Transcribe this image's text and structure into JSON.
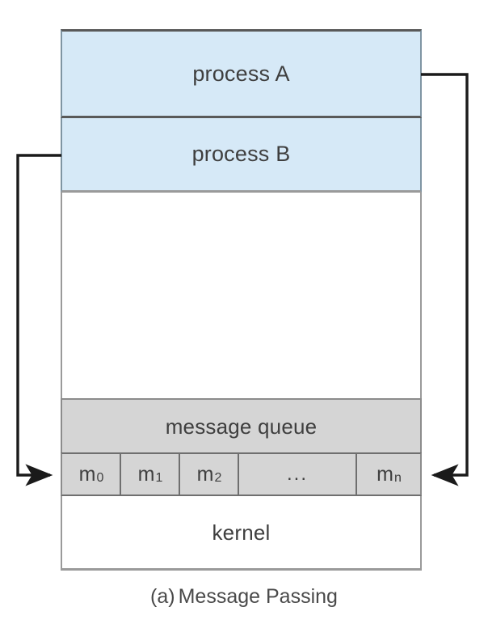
{
  "figure": {
    "caption_tag": "(a)",
    "caption_text": "Message Passing",
    "colors": {
      "process_fill": "#d6e9f7",
      "queue_fill": "#d5d5d5",
      "kernel_fill": "#ffffff",
      "border": "#9a9a9a",
      "arrow": "#1a1a1a",
      "text": "#3f3f3f"
    }
  },
  "diagram": {
    "bands": [
      {
        "id": "process-a",
        "label": "process A",
        "fill": "#d6e9f7"
      },
      {
        "id": "process-b",
        "label": "process B",
        "fill": "#d6e9f7"
      },
      {
        "id": "empty-space",
        "label": "",
        "fill": "#ffffff"
      },
      {
        "id": "message-queue",
        "label": "message queue",
        "fill": "#d5d5d5"
      },
      {
        "id": "kernel",
        "label": "kernel",
        "fill": "#ffffff"
      }
    ],
    "message_cells": [
      {
        "id": "m0",
        "base": "m",
        "sub": "0",
        "width": "narrow"
      },
      {
        "id": "m1",
        "base": "m",
        "sub": "1",
        "width": "narrow"
      },
      {
        "id": "m2",
        "base": "m",
        "sub": "2",
        "width": "narrow"
      },
      {
        "id": "ellipsis",
        "base": "...",
        "sub": "",
        "width": "wide"
      },
      {
        "id": "mn",
        "base": "m",
        "sub": "n",
        "width": "last"
      }
    ],
    "connectors": [
      {
        "id": "send-from-process-b",
        "from": "process B",
        "to": "m0",
        "direction": "into-queue-head",
        "side": "left"
      },
      {
        "id": "send-from-process-a",
        "from": "process A",
        "to": "mn",
        "direction": "into-queue-tail",
        "side": "right"
      }
    ]
  }
}
